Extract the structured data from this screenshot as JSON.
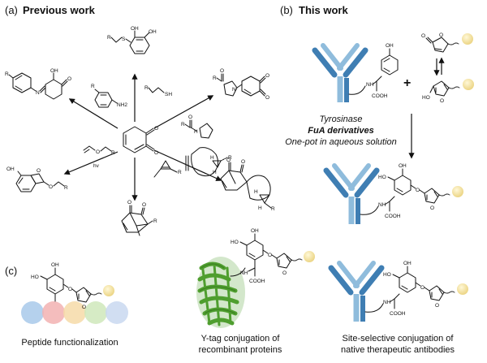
{
  "panels": {
    "a": {
      "letter": "(a)",
      "title": "Previous work"
    },
    "b": {
      "letter": "(b)",
      "title": "This work"
    },
    "c": {
      "letter": "(c)"
    }
  },
  "conditions": {
    "enzyme": "Tyrosinase",
    "reagent": "FuA derivatives",
    "medium": "One-pot in aqueous solution"
  },
  "atoms": {
    "O": "O",
    "OH": "OH",
    "HO": "HO",
    "S": "S",
    "SH": "SH",
    "N": "N",
    "NH": "NH",
    "NH2": "NH2",
    "H": "H",
    "R": "R",
    "COOH": "COOH",
    "hv": "hv",
    "plus": "+"
  },
  "captions": {
    "peptide": "Peptide functionalization",
    "ytag_line1": "Y-tag conjugation of",
    "ytag_line2": "recombinant proteins",
    "antibody_line1": "Site-selective conjugation of",
    "antibody_line2": "native therapeutic antibodies"
  },
  "colors": {
    "antibody_dark": "#3f7eb3",
    "antibody_light": "#8fbcdc",
    "ball": "#f3e2a4",
    "protein_green": "#4f9e2f",
    "peptide_beads": [
      "#a8c9ea",
      "#f2b2b2",
      "#f6dba8",
      "#cfe7bb",
      "#c9d8f0"
    ]
  }
}
